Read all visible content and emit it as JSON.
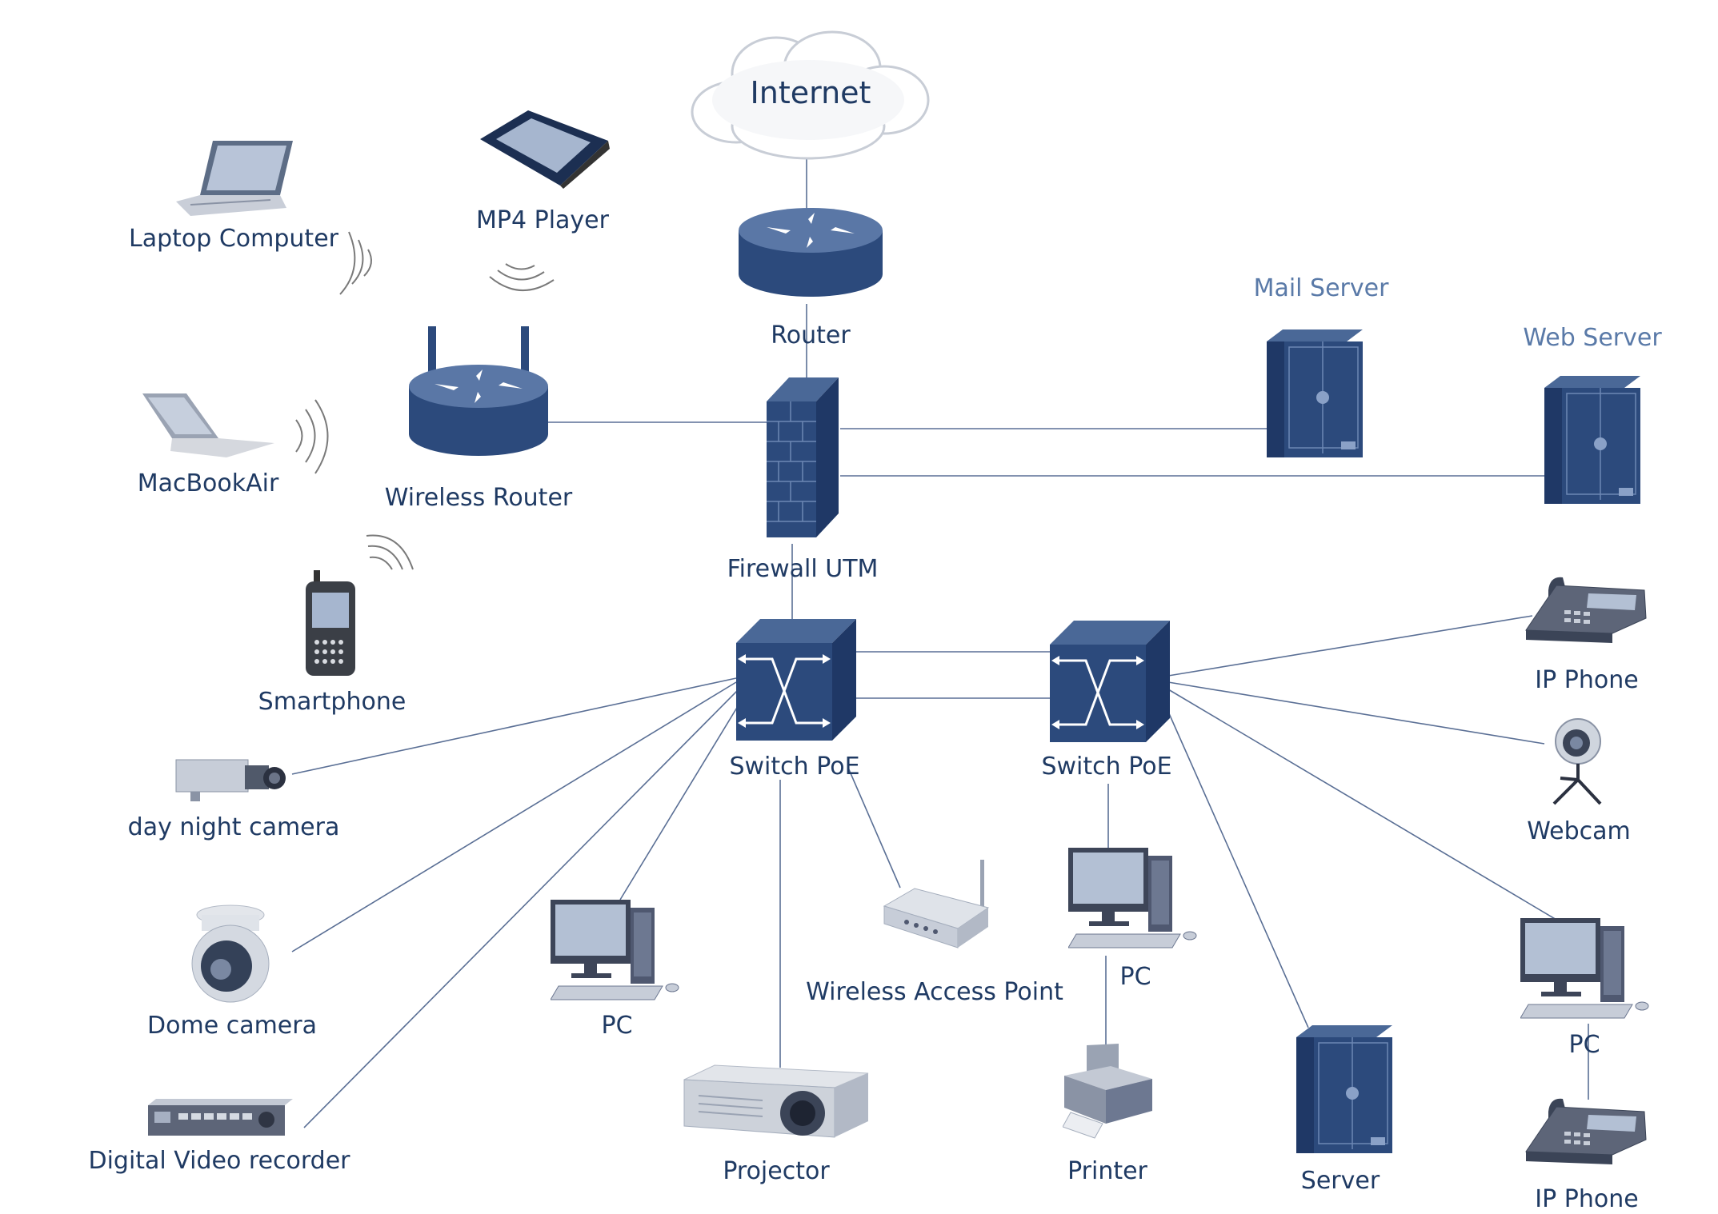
{
  "diagram": {
    "nodes": {
      "internet": {
        "label": "Internet",
        "icon": "cloud-icon"
      },
      "router": {
        "label": "Router",
        "icon": "router-icon"
      },
      "firewall": {
        "label": "Firewall UTM",
        "icon": "firewall-icon"
      },
      "wireless_router": {
        "label": "Wireless Router",
        "icon": "wireless-router-icon"
      },
      "mail_server": {
        "label": "Mail Server",
        "icon": "server-tower-icon"
      },
      "web_server": {
        "label": "Web Server",
        "icon": "server-tower-icon"
      },
      "laptop": {
        "label": "Laptop Computer",
        "icon": "laptop-icon"
      },
      "mp4": {
        "label": "MP4 Player",
        "icon": "mp4-player-icon"
      },
      "macbook": {
        "label": "MacBookAir",
        "icon": "macbook-icon"
      },
      "smartphone": {
        "label": "Smartphone",
        "icon": "smartphone-icon"
      },
      "switch1": {
        "label": "Switch PoE",
        "icon": "switch-icon"
      },
      "switch2": {
        "label": "Switch PoE",
        "icon": "switch-icon"
      },
      "daynight": {
        "label": "day night camera",
        "icon": "camera-icon"
      },
      "dome": {
        "label": "Dome camera",
        "icon": "dome-camera-icon"
      },
      "dvr": {
        "label": "Digital Video recorder",
        "icon": "dvr-icon"
      },
      "pc1": {
        "label": "PC",
        "icon": "pc-icon"
      },
      "projector": {
        "label": "Projector",
        "icon": "projector-icon"
      },
      "wap": {
        "label": "Wireless Access Point",
        "icon": "access-point-icon"
      },
      "pc2": {
        "label": "PC",
        "icon": "pc-icon"
      },
      "printer": {
        "label": "Printer",
        "icon": "printer-icon"
      },
      "server": {
        "label": "Server",
        "icon": "server-tower-icon"
      },
      "ipphone1": {
        "label": "IP Phone",
        "icon": "ip-phone-icon"
      },
      "webcam": {
        "label": "Webcam",
        "icon": "webcam-icon"
      },
      "pc3": {
        "label": "PC",
        "icon": "pc-icon"
      },
      "ipphone2": {
        "label": "IP Phone",
        "icon": "ip-phone-icon"
      }
    },
    "colors": {
      "device": "#2c4a7c",
      "device_light": "#4f6e9e",
      "line": "#5a6f95",
      "label": "#1f3a63",
      "label_light": "#5a7aa8"
    }
  }
}
